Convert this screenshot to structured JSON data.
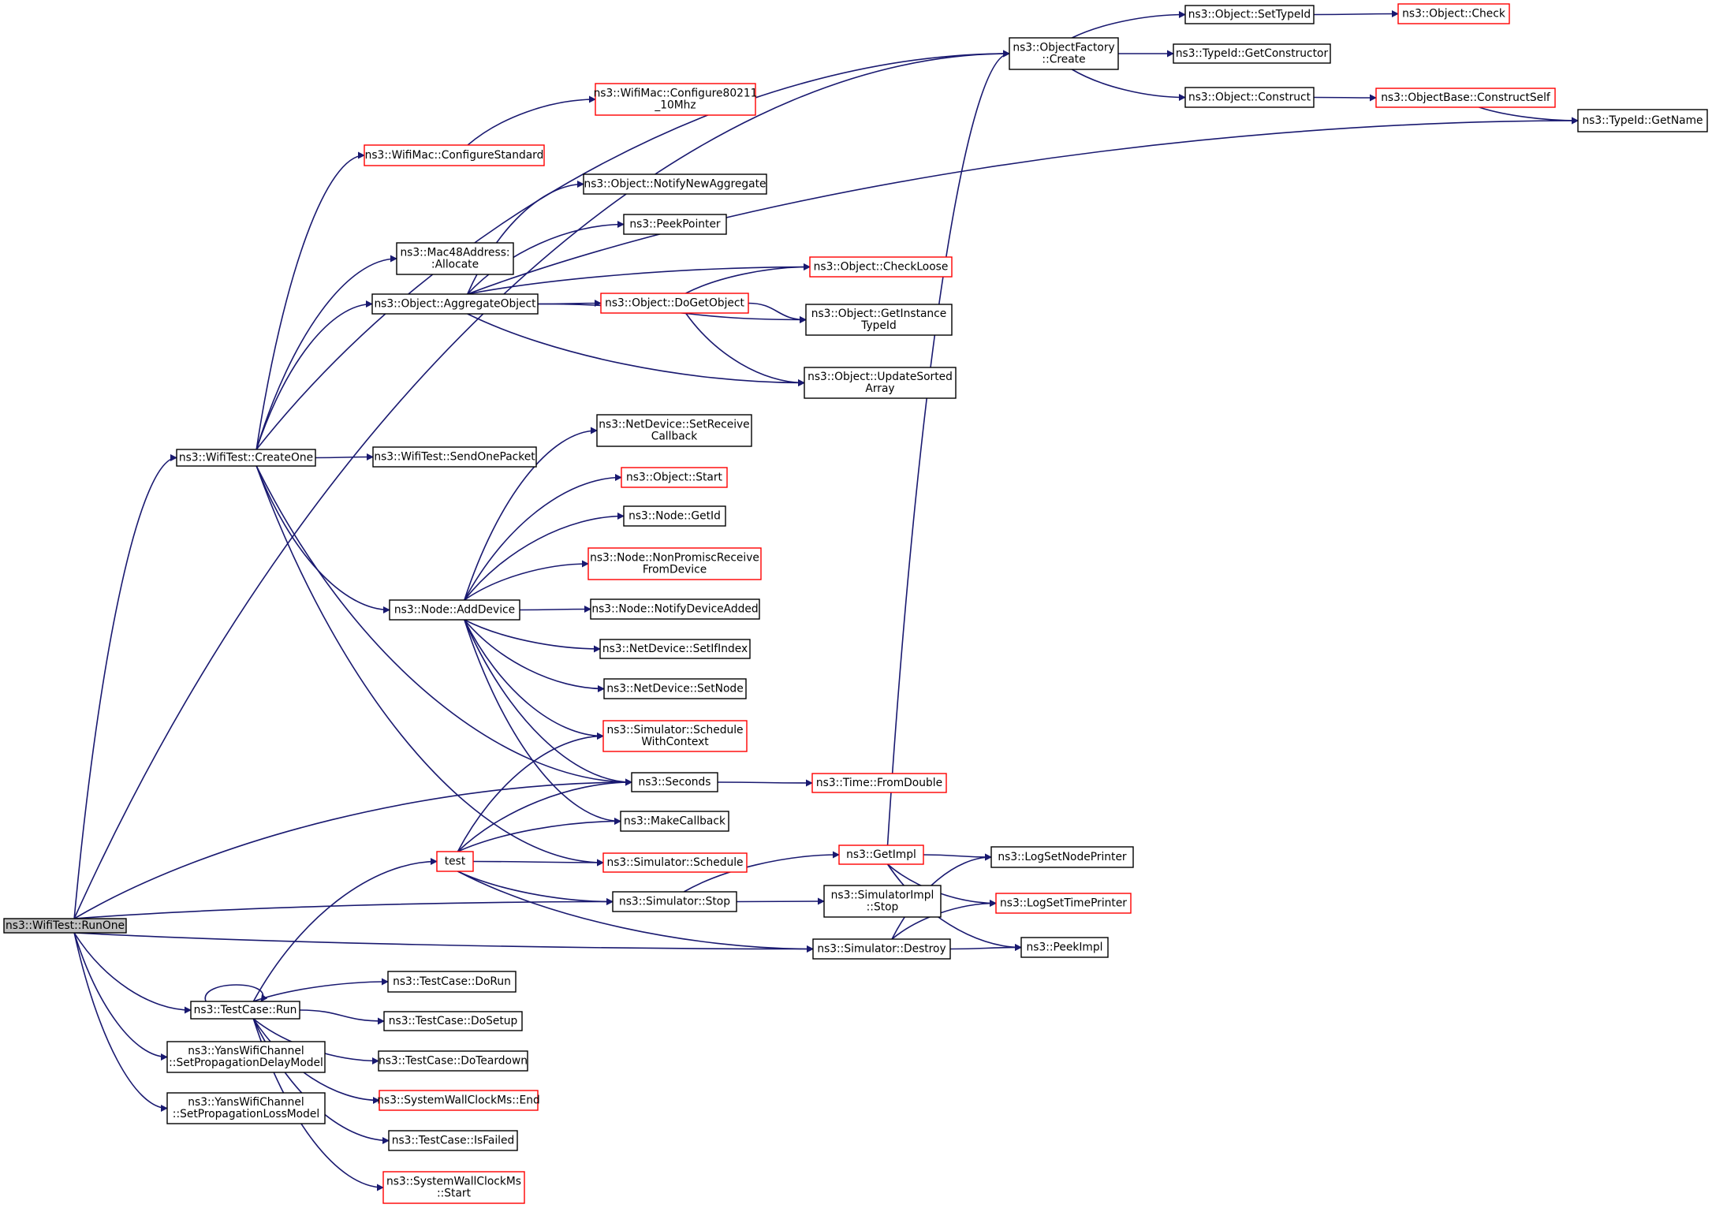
{
  "colors": {
    "edge": "#191970",
    "node_border": "#000000",
    "node_border_incomplete": "#ff0000",
    "node_fill": "#ffffff",
    "root_fill": "#bfbfbf",
    "text": "#000000"
  },
  "nodes": [
    {
      "id": "runone",
      "lines": [
        "ns3::WifiTest::RunOne"
      ],
      "style": "root"
    },
    {
      "id": "createone",
      "lines": [
        "ns3::WifiTest::CreateOne"
      ],
      "style": "normal"
    },
    {
      "id": "tc_run",
      "lines": [
        "ns3::TestCase::Run"
      ],
      "style": "normal"
    },
    {
      "id": "ydelay",
      "lines": [
        "ns3::YansWifiChannel",
        "::SetPropagationDelayModel"
      ],
      "style": "normal"
    },
    {
      "id": "yloss",
      "lines": [
        "ns3::YansWifiChannel",
        "::SetPropagationLossModel"
      ],
      "style": "normal"
    },
    {
      "id": "cfgstd",
      "lines": [
        "ns3::WifiMac::ConfigureStandard"
      ],
      "style": "red"
    },
    {
      "id": "cfg10",
      "lines": [
        "ns3::WifiMac::Configure80211",
        "_10Mhz"
      ],
      "style": "red"
    },
    {
      "id": "mac48",
      "lines": [
        "ns3::Mac48Address:",
        ":Allocate"
      ],
      "style": "normal"
    },
    {
      "id": "aggobj",
      "lines": [
        "ns3::Object::AggregateObject"
      ],
      "style": "normal"
    },
    {
      "id": "sendone",
      "lines": [
        "ns3::WifiTest::SendOnePacket"
      ],
      "style": "normal"
    },
    {
      "id": "adddev",
      "lines": [
        "ns3::Node::AddDevice"
      ],
      "style": "normal"
    },
    {
      "id": "test",
      "lines": [
        "test"
      ],
      "style": "red"
    },
    {
      "id": "objfact",
      "lines": [
        "ns3::ObjectFactory",
        "::Create"
      ],
      "style": "normal"
    },
    {
      "id": "settypeid",
      "lines": [
        "ns3::Object::SetTypeId"
      ],
      "style": "normal"
    },
    {
      "id": "check",
      "lines": [
        "ns3::Object::Check"
      ],
      "style": "red"
    },
    {
      "id": "getctor",
      "lines": [
        "ns3::TypeId::GetConstructor"
      ],
      "style": "normal"
    },
    {
      "id": "construct",
      "lines": [
        "ns3::Object::Construct"
      ],
      "style": "normal"
    },
    {
      "id": "constructself",
      "lines": [
        "ns3::ObjectBase::ConstructSelf"
      ],
      "style": "red"
    },
    {
      "id": "getname",
      "lines": [
        "ns3::TypeId::GetName"
      ],
      "style": "normal"
    },
    {
      "id": "notifyagg",
      "lines": [
        "ns3::Object::NotifyNewAggregate"
      ],
      "style": "normal"
    },
    {
      "id": "peekptr",
      "lines": [
        "ns3::PeekPointer"
      ],
      "style": "normal"
    },
    {
      "id": "checkloose",
      "lines": [
        "ns3::Object::CheckLoose"
      ],
      "style": "red"
    },
    {
      "id": "dogetobj",
      "lines": [
        "ns3::Object::DoGetObject"
      ],
      "style": "red"
    },
    {
      "id": "getinst",
      "lines": [
        "ns3::Object::GetInstance",
        "TypeId"
      ],
      "style": "normal"
    },
    {
      "id": "updsorted",
      "lines": [
        "ns3::Object::UpdateSorted",
        "Array"
      ],
      "style": "normal"
    },
    {
      "id": "setrecv",
      "lines": [
        "ns3::NetDevice::SetReceive",
        "Callback"
      ],
      "style": "normal"
    },
    {
      "id": "objstart",
      "lines": [
        "ns3::Object::Start"
      ],
      "style": "red"
    },
    {
      "id": "nodegetid",
      "lines": [
        "ns3::Node::GetId"
      ],
      "style": "normal"
    },
    {
      "id": "nonpromisc",
      "lines": [
        "ns3::Node::NonPromiscReceive",
        "FromDevice"
      ],
      "style": "red"
    },
    {
      "id": "notifydev",
      "lines": [
        "ns3::Node::NotifyDeviceAdded"
      ],
      "style": "normal"
    },
    {
      "id": "setifidx",
      "lines": [
        "ns3::NetDevice::SetIfIndex"
      ],
      "style": "normal"
    },
    {
      "id": "setnode",
      "lines": [
        "ns3::NetDevice::SetNode"
      ],
      "style": "normal"
    },
    {
      "id": "schedctx",
      "lines": [
        "ns3::Simulator::Schedule",
        "WithContext"
      ],
      "style": "red"
    },
    {
      "id": "seconds",
      "lines": [
        "ns3::Seconds"
      ],
      "style": "normal"
    },
    {
      "id": "fromdouble",
      "lines": [
        "ns3::Time::FromDouble"
      ],
      "style": "red"
    },
    {
      "id": "makecb",
      "lines": [
        "ns3::MakeCallback"
      ],
      "style": "normal"
    },
    {
      "id": "schedule",
      "lines": [
        "ns3::Simulator::Schedule"
      ],
      "style": "red"
    },
    {
      "id": "getimpl",
      "lines": [
        "ns3::GetImpl"
      ],
      "style": "red"
    },
    {
      "id": "simstop",
      "lines": [
        "ns3::Simulator::Stop"
      ],
      "style": "normal"
    },
    {
      "id": "implstop",
      "lines": [
        "ns3::SimulatorImpl",
        "::Stop"
      ],
      "style": "normal"
    },
    {
      "id": "simdestroy",
      "lines": [
        "ns3::Simulator::Destroy"
      ],
      "style": "normal"
    },
    {
      "id": "lognode",
      "lines": [
        "ns3::LogSetNodePrinter"
      ],
      "style": "normal"
    },
    {
      "id": "logtime",
      "lines": [
        "ns3::LogSetTimePrinter"
      ],
      "style": "red"
    },
    {
      "id": "peekimpl",
      "lines": [
        "ns3::PeekImpl"
      ],
      "style": "normal"
    },
    {
      "id": "dorun",
      "lines": [
        "ns3::TestCase::DoRun"
      ],
      "style": "normal"
    },
    {
      "id": "dosetup",
      "lines": [
        "ns3::TestCase::DoSetup"
      ],
      "style": "normal"
    },
    {
      "id": "doteardown",
      "lines": [
        "ns3::TestCase::DoTeardown"
      ],
      "style": "normal"
    },
    {
      "id": "clockend",
      "lines": [
        "ns3::SystemWallClockMs::End"
      ],
      "style": "red"
    },
    {
      "id": "isfailed",
      "lines": [
        "ns3::TestCase::IsFailed"
      ],
      "style": "normal"
    },
    {
      "id": "clockstart",
      "lines": [
        "ns3::SystemWallClockMs",
        "::Start"
      ],
      "style": "red"
    }
  ],
  "edges": [
    [
      "runone",
      "objfact"
    ],
    [
      "runone",
      "createone"
    ],
    [
      "runone",
      "seconds"
    ],
    [
      "runone",
      "simstop"
    ],
    [
      "runone",
      "simdestroy"
    ],
    [
      "runone",
      "tc_run"
    ],
    [
      "runone",
      "ydelay"
    ],
    [
      "runone",
      "yloss"
    ],
    [
      "createone",
      "objfact"
    ],
    [
      "createone",
      "cfgstd"
    ],
    [
      "createone",
      "mac48"
    ],
    [
      "createone",
      "aggobj"
    ],
    [
      "createone",
      "sendone"
    ],
    [
      "createone",
      "adddev"
    ],
    [
      "createone",
      "seconds"
    ],
    [
      "createone",
      "schedule"
    ],
    [
      "cfgstd",
      "cfg10"
    ],
    [
      "objfact",
      "settypeid"
    ],
    [
      "objfact",
      "getctor"
    ],
    [
      "objfact",
      "construct"
    ],
    [
      "settypeid",
      "check"
    ],
    [
      "construct",
      "constructself"
    ],
    [
      "constructself",
      "getname"
    ],
    [
      "aggobj",
      "getname"
    ],
    [
      "aggobj",
      "notifyagg"
    ],
    [
      "aggobj",
      "peekptr"
    ],
    [
      "aggobj",
      "checkloose"
    ],
    [
      "aggobj",
      "dogetobj"
    ],
    [
      "aggobj",
      "getinst"
    ],
    [
      "aggobj",
      "updsorted"
    ],
    [
      "dogetobj",
      "checkloose"
    ],
    [
      "dogetobj",
      "getinst"
    ],
    [
      "dogetobj",
      "updsorted"
    ],
    [
      "adddev",
      "setrecv"
    ],
    [
      "adddev",
      "objstart"
    ],
    [
      "adddev",
      "nodegetid"
    ],
    [
      "adddev",
      "nonpromisc"
    ],
    [
      "adddev",
      "notifydev"
    ],
    [
      "adddev",
      "setifidx"
    ],
    [
      "adddev",
      "setnode"
    ],
    [
      "adddev",
      "schedctx"
    ],
    [
      "adddev",
      "seconds"
    ],
    [
      "adddev",
      "makecb"
    ],
    [
      "seconds",
      "fromdouble"
    ],
    [
      "test",
      "schedctx"
    ],
    [
      "test",
      "seconds"
    ],
    [
      "test",
      "makecb"
    ],
    [
      "test",
      "schedule"
    ],
    [
      "test",
      "simstop"
    ],
    [
      "test",
      "simdestroy"
    ],
    [
      "simstop",
      "getimpl"
    ],
    [
      "simstop",
      "implstop"
    ],
    [
      "getimpl",
      "objfact"
    ],
    [
      "getimpl",
      "lognode"
    ],
    [
      "getimpl",
      "logtime"
    ],
    [
      "getimpl",
      "peekimpl"
    ],
    [
      "simdestroy",
      "lognode"
    ],
    [
      "simdestroy",
      "logtime"
    ],
    [
      "simdestroy",
      "peekimpl"
    ],
    [
      "tc_run",
      "tc_run"
    ],
    [
      "tc_run",
      "test"
    ],
    [
      "tc_run",
      "dorun"
    ],
    [
      "tc_run",
      "dosetup"
    ],
    [
      "tc_run",
      "doteardown"
    ],
    [
      "tc_run",
      "clockend"
    ],
    [
      "tc_run",
      "isfailed"
    ],
    [
      "tc_run",
      "clockstart"
    ]
  ]
}
